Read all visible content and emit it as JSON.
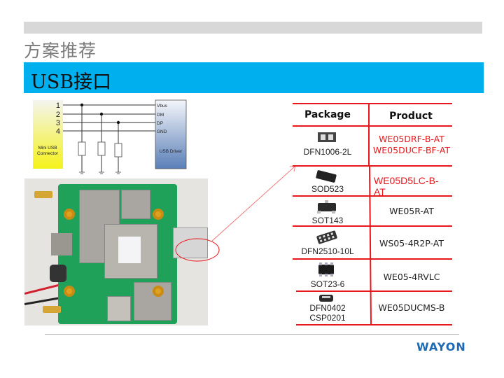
{
  "header": {
    "section_title": "方案推荐",
    "banner_title": "USB接口"
  },
  "schematic": {
    "pins": [
      "1",
      "2",
      "3",
      "4"
    ],
    "connector_label_line1": "Mini USB",
    "connector_label_line2": "Connector",
    "driver_signals": [
      "Vbus",
      "DM",
      "DP",
      "GND"
    ],
    "driver_label": "USB Driver",
    "colors": {
      "connector": "#f5f21a",
      "driver": "#5a7fb8"
    }
  },
  "table": {
    "headers": {
      "package": "Package",
      "product": "Product"
    },
    "line_color": "#e8171c",
    "rows": [
      {
        "package": "DFN1006-2L",
        "products": [
          "WE05DRF-B-AT",
          "WE05DUCF-BF-AT"
        ],
        "highlight": true,
        "icon": "dfn1006-package-icon"
      },
      {
        "package": "SOD523",
        "products": [
          "WE05D5LC-B-AT"
        ],
        "highlight": true,
        "icon": "sod523-package-icon"
      },
      {
        "package": "SOT143",
        "products": [
          "WE05R-AT"
        ],
        "highlight": false,
        "icon": "sot143-package-icon"
      },
      {
        "package": "DFN2510-10L",
        "products": [
          "WS05-4R2P-AT"
        ],
        "highlight": false,
        "icon": "dfn2510-package-icon"
      },
      {
        "package": "SOT23-6",
        "products": [
          "WE05-4RVLC"
        ],
        "highlight": false,
        "icon": "sot23-package-icon"
      },
      {
        "package_line1": "DFN0402",
        "package_line2": "CSP0201",
        "products": [
          "WE05DUCMS-B"
        ],
        "highlight": false,
        "icon": "dfn0402-package-icon"
      }
    ]
  },
  "footer": {
    "logo": "WAYON",
    "brand_color": "#1d69b4"
  }
}
